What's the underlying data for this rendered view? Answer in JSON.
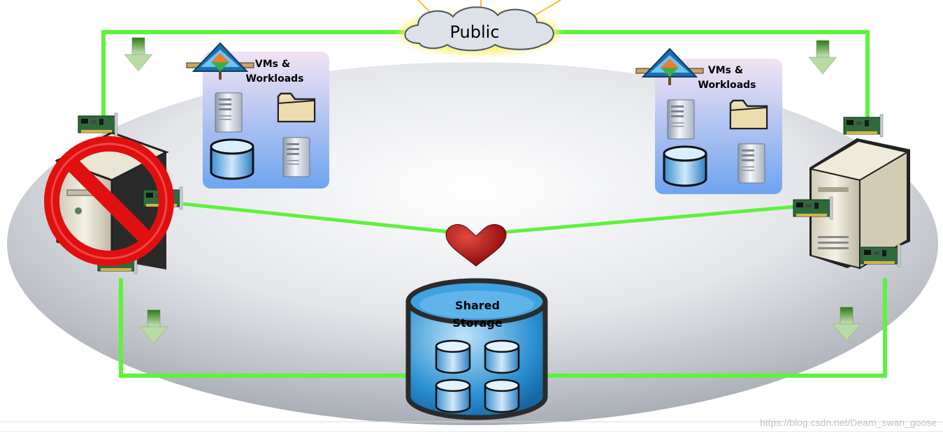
{
  "cloud": {
    "label": "Public"
  },
  "vm_panels": [
    {
      "line1": "VMs &",
      "line2": "Workloads"
    },
    {
      "line1": "VMs &",
      "line2": "Workloads"
    }
  ],
  "storage": {
    "line1": "Shared",
    "line2": "Storage"
  },
  "watermark": "https://blog.csdn.net/Deam_swan_goose",
  "colors": {
    "network_line": "#5df23c",
    "arrow": "#3e8a1f",
    "heart": "#b30f14",
    "no_sign": "#e01010",
    "storage_blue": "#1c84c6",
    "panel_top": "#f3e3f3",
    "panel_bottom": "#6ea4f0"
  },
  "icons": [
    "cloud-icon",
    "hyper-v-icon",
    "server-icon",
    "folder-icon",
    "database-icon",
    "heart-icon",
    "prohibited-icon",
    "network-card-icon",
    "down-arrow-icon"
  ]
}
